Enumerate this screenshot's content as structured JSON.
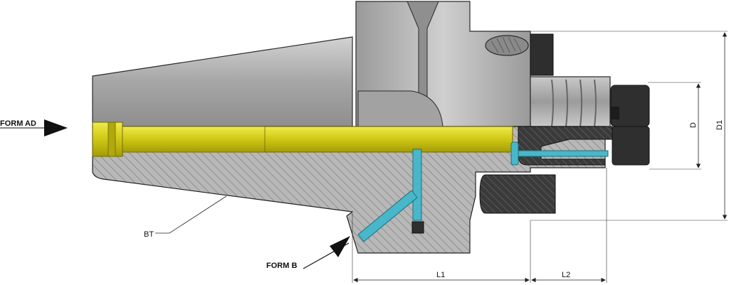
{
  "labels": {
    "form_ad": "FORM AD",
    "form_b": "FORM B",
    "bt": "BT",
    "l1": "L1",
    "l2": "L2",
    "d": "D",
    "d1": "D1"
  },
  "colors": {
    "steel": "#a9a9a9",
    "steel_light": "#c4c4c4",
    "steel_dark": "#7e7e7e",
    "section": "#b3b3b3",
    "coolant_bore": "#d6cf1a",
    "coolant_channel": "#48b7c9",
    "dark_part": "#3a3a3a",
    "line": "#222222"
  }
}
